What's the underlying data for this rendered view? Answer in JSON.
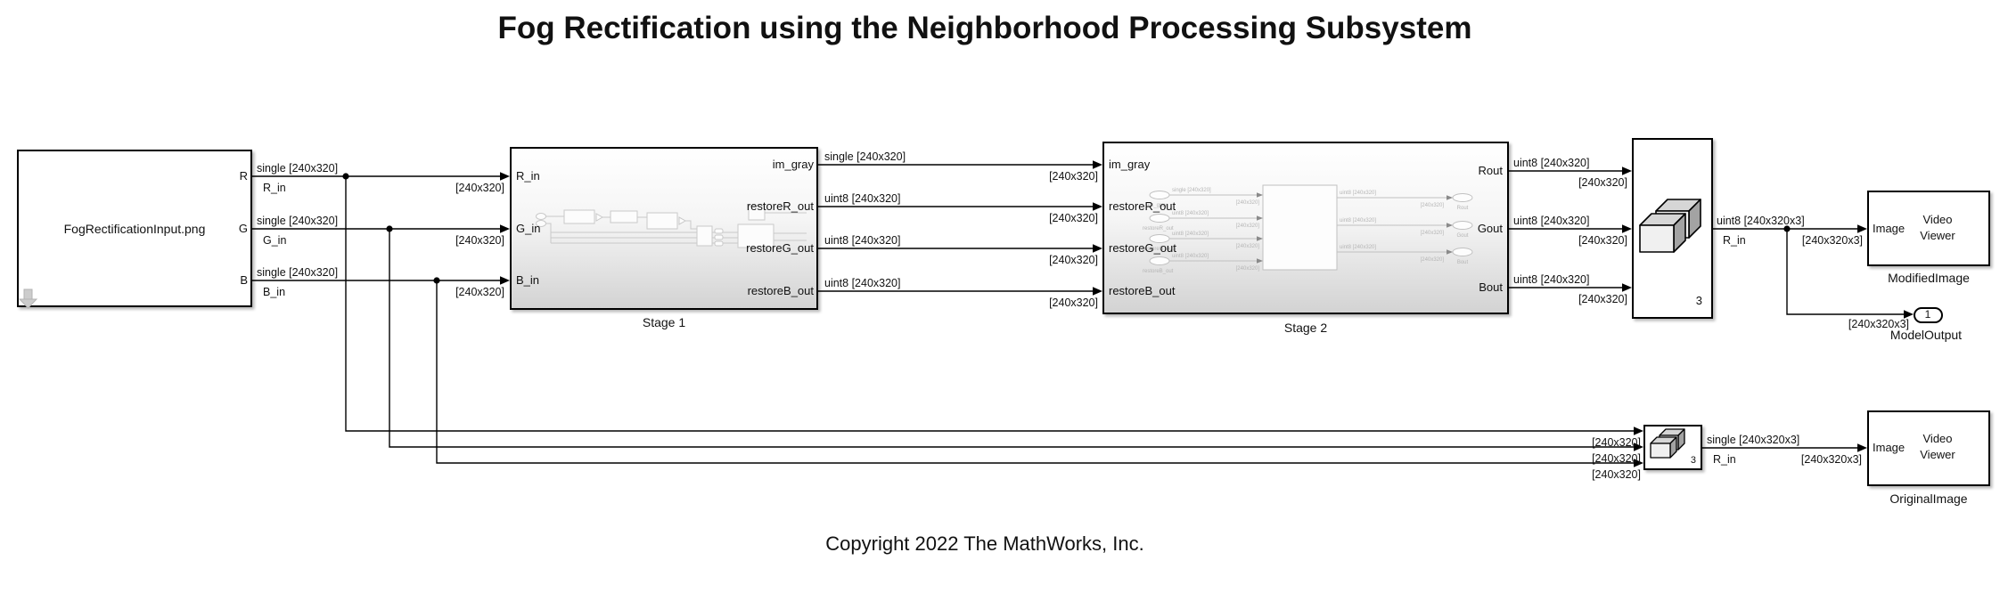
{
  "title": "Fog Rectification using the Neighborhood Processing Subsystem",
  "copyright": "Copyright 2022 The MathWorks, Inc.",
  "colors": {
    "line": "#000000",
    "block_border": "#000000",
    "block_fill": "#ffffff",
    "subsystem_gradient_bottom": "#d3d3d3",
    "preview_stroke": "#c9c9c9",
    "preview_text": "#b5b5b5",
    "cube_front": "#f0f0f0",
    "cube_top": "#d6d6d6",
    "cube_side": "#a3a3a3",
    "input_arrow_icon": "#cccccc"
  },
  "blocks": {
    "input": {
      "name": "FogRectificationInput.png",
      "out_ports": [
        "R",
        "G",
        "B"
      ]
    },
    "stage1": {
      "label": "Stage 1",
      "in_ports": [
        "R_in",
        "G_in",
        "B_in"
      ],
      "out_ports": [
        "im_gray",
        "restoreR_out",
        "restoreG_out",
        "restoreB_out"
      ]
    },
    "stage2": {
      "label": "Stage 2",
      "in_ports": [
        "im_gray",
        "restoreR_out",
        "restoreG_out",
        "restoreB_out"
      ],
      "out_ports": [
        "Rout",
        "Gout",
        "Bout"
      ],
      "preview": {
        "in_names": [
          "im_gray",
          "restoreR_out",
          "restoreG_out",
          "restoreB_out"
        ],
        "in_types": [
          "single [240x320]",
          "uint8 [240x320]",
          "uint8 [240x320]",
          "uint8 [240x320]"
        ],
        "port_dim": "[240x320]",
        "out_type": "uint8 [240x320]",
        "out_names": [
          "Rout",
          "Gout",
          "Bout"
        ]
      }
    },
    "concat_top": {
      "count": "3"
    },
    "concat_bottom": {
      "count": "3"
    },
    "viewer_modified": {
      "port": "Image",
      "line1": "Video",
      "line2": "Viewer",
      "label": "ModifiedImage"
    },
    "viewer_original": {
      "port": "Image",
      "line1": "Video",
      "line2": "Viewer",
      "label": "OriginalImage"
    },
    "model_output": {
      "number": "1",
      "label": "ModelOutput",
      "dim": "[240x320x3]"
    }
  },
  "signals": {
    "r": {
      "type": "single [240x320]",
      "name": "R_in",
      "dst": "[240x320]"
    },
    "g": {
      "type": "single [240x320]",
      "name": "G_in",
      "dst": "[240x320]"
    },
    "b": {
      "type": "single [240x320]",
      "name": "B_in",
      "dst": "[240x320]"
    },
    "s12": [
      {
        "type": "single [240x320]",
        "dst": "[240x320]"
      },
      {
        "type": "uint8 [240x320]",
        "dst": "[240x320]"
      },
      {
        "type": "uint8 [240x320]",
        "dst": "[240x320]"
      },
      {
        "type": "uint8 [240x320]",
        "dst": "[240x320]"
      }
    ],
    "s2c": [
      {
        "type": "uint8 [240x320]",
        "dst": "[240x320]"
      },
      {
        "type": "uint8 [240x320]",
        "dst": "[240x320]"
      },
      {
        "type": "uint8 [240x320]",
        "dst": "[240x320]"
      }
    ],
    "top_out": {
      "type": "uint8 [240x320x3]",
      "name": "R_in",
      "dst": "[240x320x3]"
    },
    "bottom_in": [
      "[240x320]",
      "[240x320]",
      "[240x320]"
    ],
    "bottom_out": {
      "type": "single [240x320x3]",
      "name": "R_in",
      "dst": "[240x320x3]"
    }
  }
}
